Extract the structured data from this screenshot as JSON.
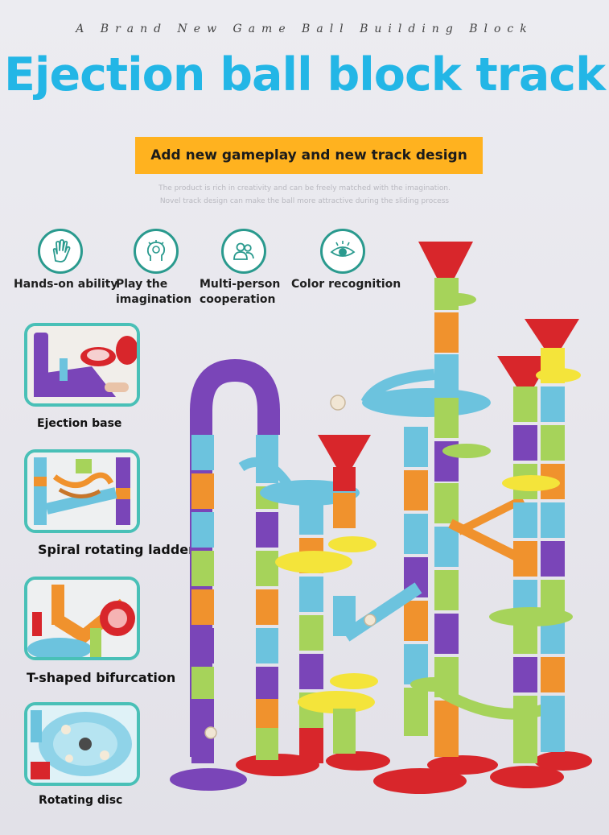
{
  "tagline": "A Brand New Game Ball Building Block",
  "headline": "Ejection ball block track",
  "banner": "Add new gameplay and new track design",
  "subtext": [
    "The product is rich in creativity and can be freely matched with the imagination.",
    "Novel track design can make the ball more attractive during the sliding process"
  ],
  "features": [
    {
      "icon": "hand-icon",
      "label": "Hands-on ability"
    },
    {
      "icon": "bulb-head-icon",
      "label": "Play the imagination"
    },
    {
      "icon": "people-icon",
      "label": "Multi-person cooperation"
    },
    {
      "icon": "eye-icon",
      "label": "Color recognition"
    }
  ],
  "details": [
    {
      "icon": "ejection-base-photo",
      "label": "Ejection base"
    },
    {
      "icon": "spiral-ladder-photo",
      "label": "Spiral rotating ladder"
    },
    {
      "icon": "t-bifurcation-photo",
      "label": "T-shaped bifurcation"
    },
    {
      "icon": "rotating-disc-photo",
      "label": "Rotating disc"
    }
  ],
  "colors": {
    "headline": "#23b6e6",
    "banner": "#ffb21f",
    "icon_ring": "#2a9a8e",
    "thumb_border": "#49c0b7",
    "track_purple": "#7a45b8",
    "track_blue": "#6cc3de",
    "track_orange": "#f0922d",
    "track_green": "#a6d35a",
    "track_red": "#d8262b",
    "track_yellow": "#f4e43a"
  }
}
